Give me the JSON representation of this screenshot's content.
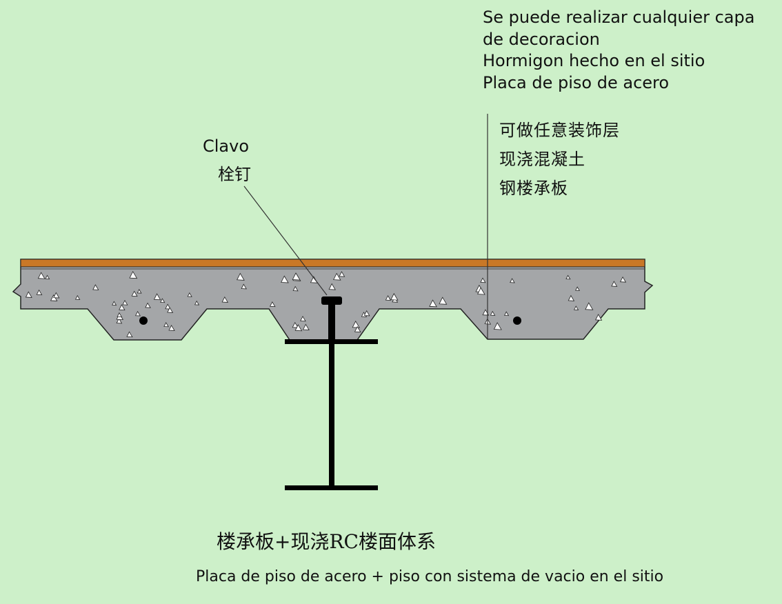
{
  "labels": {
    "layers_es": [
      "Se puede realizar cualquier capa",
      "de decoracion",
      "Hormigon hecho en el sitio",
      "Placa de piso de acero"
    ],
    "layers_zh": [
      "可做任意装饰层",
      "现浇混凝土",
      "钢楼承板"
    ],
    "stud_es": "Clavo",
    "stud_zh": "栓钉"
  },
  "caption": {
    "zh": "楼承板+现浇RC楼面体系",
    "es": "Placa de piso de acero + piso con sistema de vacio en el sitio"
  },
  "colors": {
    "background": "#cdf0c9",
    "concrete": "#a4a6a8",
    "decoration_layer": "#c97827",
    "steel": "#111111",
    "outline": "#222222"
  }
}
